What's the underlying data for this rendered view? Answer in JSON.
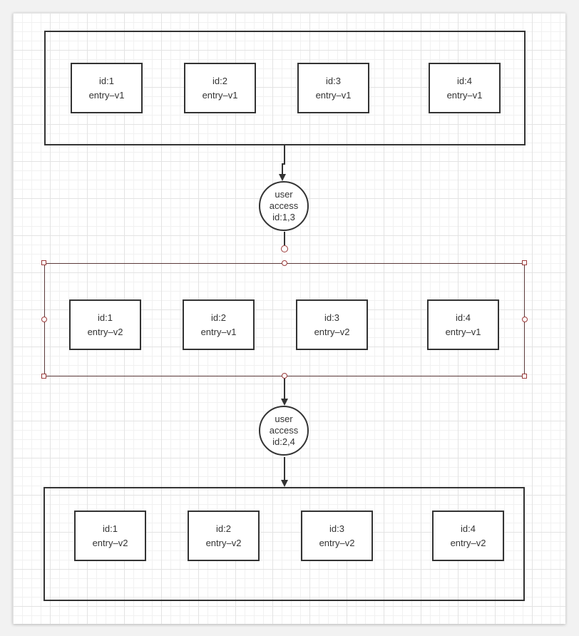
{
  "groups": [
    {
      "entries": [
        {
          "id": "id:1",
          "version": "entry–v1"
        },
        {
          "id": "id:2",
          "version": "entry–v1"
        },
        {
          "id": "id:3",
          "version": "entry–v1"
        },
        {
          "id": "id:4",
          "version": "entry–v1"
        }
      ]
    },
    {
      "entries": [
        {
          "id": "id:1",
          "version": "entry–v2"
        },
        {
          "id": "id:2",
          "version": "entry–v1"
        },
        {
          "id": "id:3",
          "version": "entry–v2"
        },
        {
          "id": "id:4",
          "version": "entry–v1"
        }
      ]
    },
    {
      "entries": [
        {
          "id": "id:1",
          "version": "entry–v2"
        },
        {
          "id": "id:2",
          "version": "entry–v2"
        },
        {
          "id": "id:3",
          "version": "entry–v2"
        },
        {
          "id": "id:4",
          "version": "entry–v2"
        }
      ]
    }
  ],
  "access_nodes": [
    {
      "line1": "user",
      "line2": "access",
      "line3": "id:1,3"
    },
    {
      "line1": "user",
      "line2": "access",
      "line3": "id:2,4"
    }
  ],
  "colors": {
    "stroke": "#333333",
    "selection": "#9b3b3b"
  }
}
